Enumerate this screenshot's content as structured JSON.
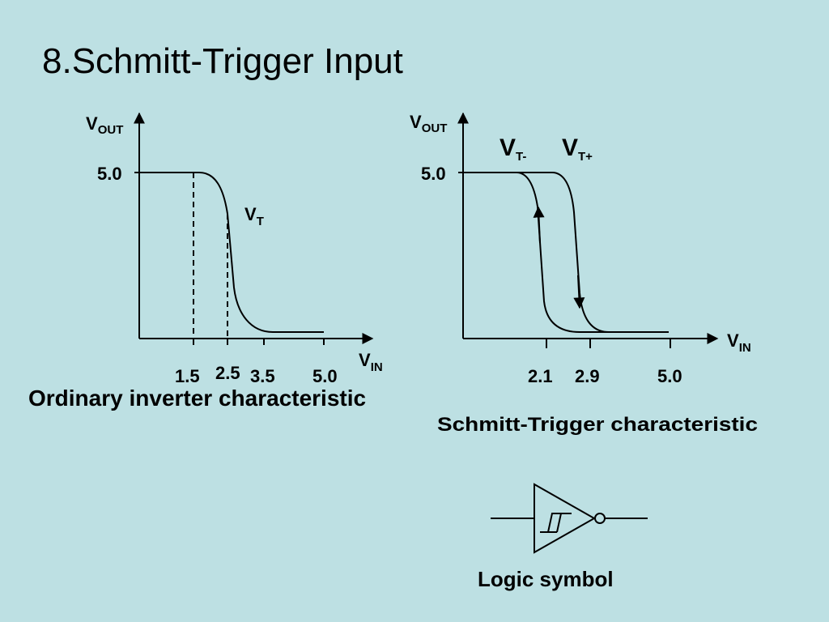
{
  "title": "8.Schmitt-Trigger Input",
  "left_chart": {
    "y_label": "V",
    "y_label_sub": "OUT",
    "x_label": "V",
    "x_label_sub": "IN",
    "y_tick": "5.0",
    "x_ticks": [
      "1.5",
      "2.5",
      "3.5",
      "5.0"
    ],
    "threshold_label": "V",
    "threshold_sub": "T",
    "caption": "Ordinary inverter characteristic"
  },
  "right_chart": {
    "y_label": "V",
    "y_label_sub": "OUT",
    "x_label": "V",
    "x_label_sub": "IN",
    "y_tick": "5.0",
    "x_ticks": [
      "2.1",
      "2.9",
      "5.0"
    ],
    "vt_minus_label": "V",
    "vt_minus_sub": "T-",
    "vt_plus_label": "V",
    "vt_plus_sub": "T+",
    "caption": "Schmitt-Trigger characteristic"
  },
  "logic_symbol": {
    "caption": "Logic symbol"
  }
}
